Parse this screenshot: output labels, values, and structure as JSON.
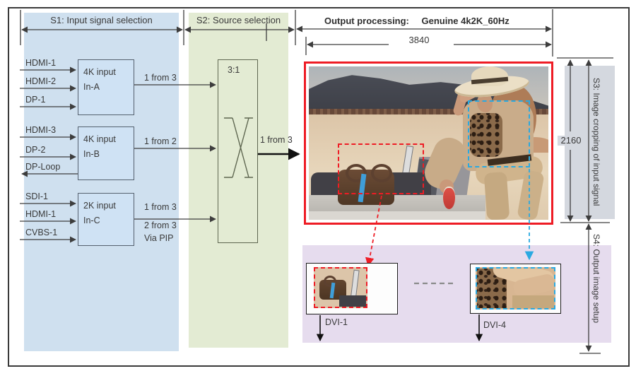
{
  "sections": {
    "s1_title": "S1: Input signal selection",
    "s2_title": "S2: Source selection",
    "s3_title": "S3: Image cropping of input signal",
    "s4_title": "S4: Output image setup",
    "output_title_label": "Output processing:",
    "output_title_value": "Genuine 4k2K_60Hz"
  },
  "dimensions": {
    "width": "3840",
    "height": "2160"
  },
  "group_a": {
    "ports": [
      "HDMI-1",
      "HDMI-2",
      "DP-1"
    ],
    "box_title": "4K input",
    "box_name": "In-A",
    "selection": "1 from 3"
  },
  "group_b": {
    "ports": [
      "HDMI-3",
      "DP-2"
    ],
    "loop_port": "DP-Loop",
    "box_title": "4K input",
    "box_name": "In-B",
    "selection": "1 from 2"
  },
  "group_c": {
    "ports": [
      "SDI-1",
      "HDMI-1",
      "CVBS-1"
    ],
    "box_title": "2K input",
    "box_name": "In-C",
    "selections": [
      "1 from 3",
      "2 from 3",
      "Via PIP"
    ]
  },
  "switcher": {
    "label": "3:1",
    "selection": "1 from 3"
  },
  "outputs": {
    "dvi1": "DVI-1",
    "dvi4": "DVI-4"
  },
  "colors": {
    "s1_band": "#cfe0ef",
    "s2_band": "#e3ebd3",
    "s3_band": "#d4d8df",
    "s4_band": "#e6dcee",
    "crop_red": "#ee1c25",
    "crop_blue": "#2aa9e1",
    "line": "#3d3d3d"
  }
}
